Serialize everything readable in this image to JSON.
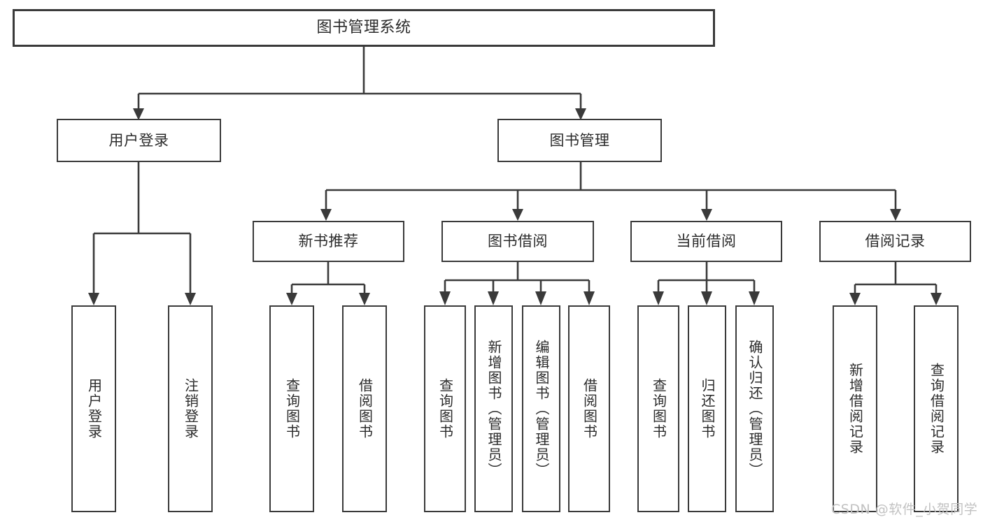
{
  "diagram": {
    "title": "图书管理系统",
    "watermark": "CSDN @软件_小贺同学",
    "stroke_color": "#3a3a3a",
    "background_color": "#ffffff",
    "text_color": "#2b2b2b",
    "levels": {
      "root": {
        "label": "图书管理系统"
      },
      "level2": [
        {
          "label": "用户登录"
        },
        {
          "label": "图书管理"
        }
      ],
      "level3": [
        {
          "label": "新书推荐"
        },
        {
          "label": "图书借阅"
        },
        {
          "label": "当前借阅"
        },
        {
          "label": "借阅记录"
        }
      ],
      "level4": [
        {
          "label": "用户登录",
          "parent": "用户登录"
        },
        {
          "label": "注销登录",
          "parent": "用户登录"
        },
        {
          "label": "查询图书",
          "parent": "新书推荐"
        },
        {
          "label": "借阅图书",
          "parent": "新书推荐"
        },
        {
          "label": "查询图书",
          "parent": "图书借阅"
        },
        {
          "label": "新增图书（管理员）",
          "parent": "图书借阅"
        },
        {
          "label": "编辑图书（管理员）",
          "parent": "图书借阅"
        },
        {
          "label": "借阅图书",
          "parent": "图书借阅"
        },
        {
          "label": "查询图书",
          "parent": "当前借阅"
        },
        {
          "label": "归还图书",
          "parent": "当前借阅"
        },
        {
          "label": "确认归还（管理员）",
          "parent": "当前借阅"
        },
        {
          "label": "新增借阅记录",
          "parent": "借阅记录"
        },
        {
          "label": "查询借阅记录",
          "parent": "借阅记录"
        }
      ]
    }
  }
}
